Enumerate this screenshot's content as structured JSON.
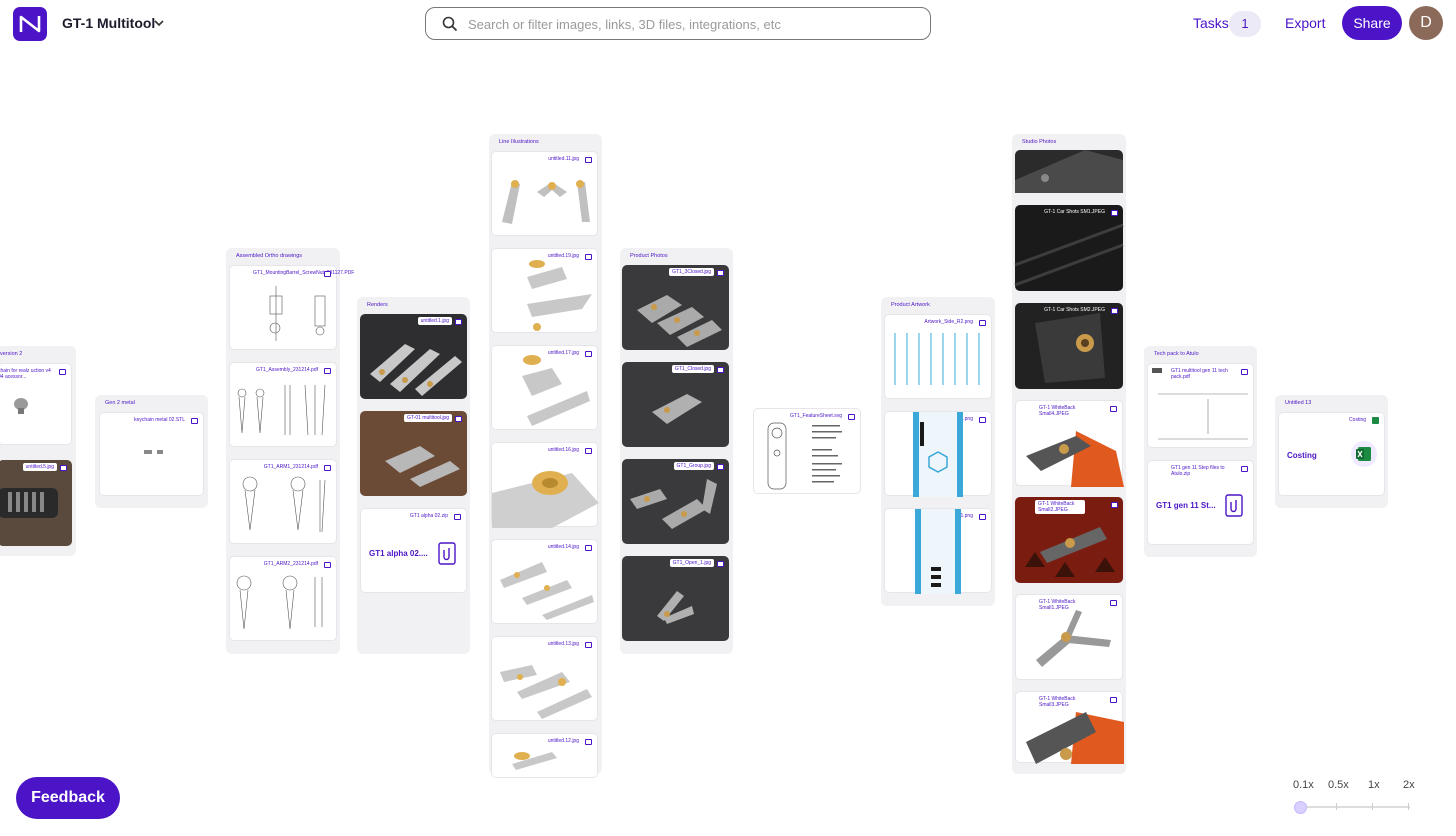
{
  "app": {
    "project_name": "GT-1 Multitool",
    "search_placeholder": "Search or filter images, links, 3D files, integrations, etc",
    "tasks_label": "Tasks",
    "tasks_count": "1",
    "export_label": "Export",
    "share_label": "Share",
    "avatar_initial": "D",
    "brand_color": "#4b14c7"
  },
  "groups": {
    "version2": {
      "title": "version 2",
      "cards": [
        "chain for realz uction v4 04 acessor...",
        "untitled.5.jpg"
      ]
    },
    "gen2": {
      "title": "Gen 2 metal",
      "cards": [
        "keychain metal 02.STL"
      ]
    },
    "ortho": {
      "title": "Assembled Ortho drawings",
      "cards": [
        "GT1_MountingBarrel_ScrewNut_231127.PDF",
        "GT1_Assembly_231214.pdf",
        "GT1_ARM1_231214.pdf",
        "GT1_ARM2_231214.pdf"
      ]
    },
    "renders": {
      "title": "Renders",
      "cards": [
        "untitled.1.jpg",
        "GT-01 multitool.jpg",
        "GT1 alpha 02.zip"
      ],
      "file_title": "GT1 alpha 02...."
    },
    "line": {
      "title": "Line Illustrations",
      "cards": [
        "untitled.11.jpg",
        "untitled.19.jpg",
        "untitled.17.jpg",
        "untitled.16.jpg",
        "untitled.14.jpg",
        "untitled.13.jpg",
        "untitled.12.jpg"
      ]
    },
    "product": {
      "title": "Product Photos",
      "cards": [
        "GT1_3Closed.jpg",
        "GT1_Closed.jpg",
        "GT1_Group.jpg",
        "GT1_Open_1.jpg"
      ]
    },
    "featuresheet": {
      "cards": [
        "GT1_FeatureSheet.svg"
      ]
    },
    "artwork": {
      "title": "Product Artwork",
      "cards": [
        "Artwork_Side_R2.png",
        "Artwork_Bottom_R1.png",
        "Artwork_Side_R1.png"
      ]
    },
    "studio": {
      "title": "Studio Photos",
      "cards": [
        "GT-1 Car Shots SM1.JPEG",
        "GT-1 Car Shots SM2.JPEG",
        "GT-1 WhiteBack Small4.JPEG",
        "GT-1 WhiteBack Small2.JPEG",
        "GT-1 WhiteBack Small1.JPEG",
        "GT-1 WhiteBack Small3.JPEG"
      ]
    },
    "techpack": {
      "title": "Tech pack to Atulo",
      "cards": [
        "GT1 multitool gen 11 tech pack.pdf",
        "GT1 gen 11 Step files to Atulo.zip"
      ],
      "file_title": "GT1 gen 11 St..."
    },
    "untitled13": {
      "title": "Untitled 13",
      "cards": [
        "Costing"
      ],
      "file_title": "Costing"
    }
  },
  "feedback_label": "Feedback",
  "zoom": {
    "levels": [
      "0.1x",
      "0.5x",
      "1x",
      "2x"
    ],
    "current_level": "0.1x"
  }
}
